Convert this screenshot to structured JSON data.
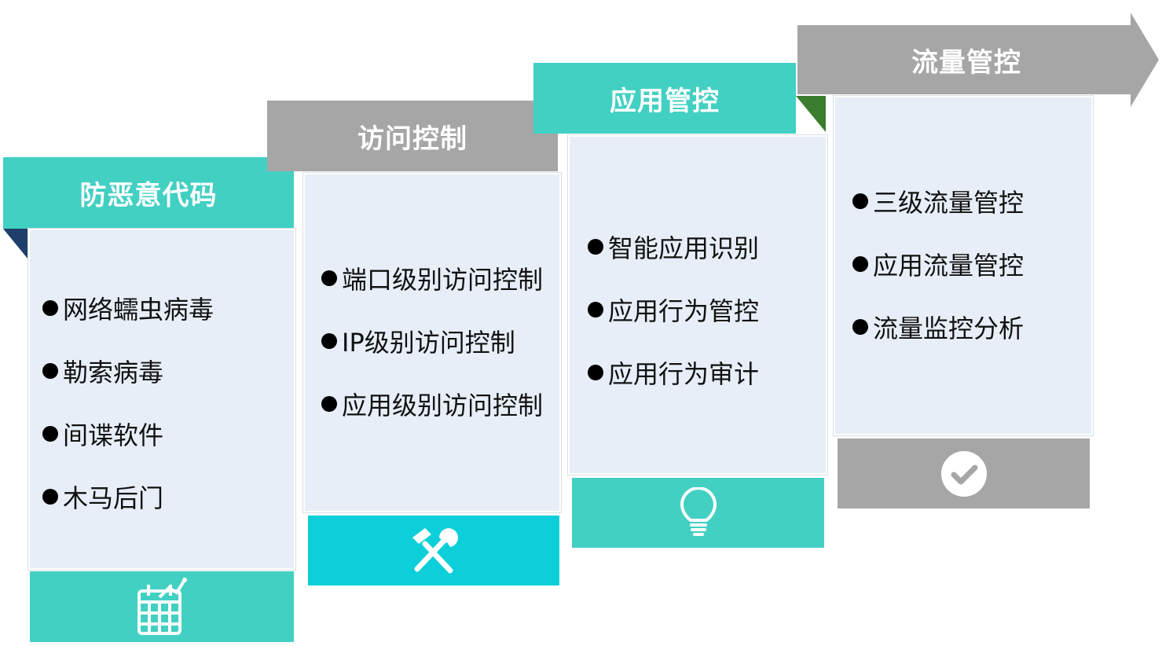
{
  "colors": {
    "teal": "#42d0c3",
    "gray": "#a6a6a6",
    "cyan": "#0ccfd9",
    "panel": "#e7eef8",
    "fold_dark_blue": "#1f3f6b",
    "fold_green": "#3a7d2c"
  },
  "steps": [
    {
      "title": "防恶意代码",
      "items": [
        "网络蠕虫病毒",
        "勒索病毒",
        "间谍软件",
        "木马后门"
      ],
      "icon": "calendar-chart-icon"
    },
    {
      "title": "访问控制",
      "items": [
        "端口级别访问控制",
        "IP级别访问控制",
        "应用级别访问控制"
      ],
      "icon": "tools-icon"
    },
    {
      "title": "应用管控",
      "items": [
        "智能应用识别",
        "应用行为管控",
        "应用行为审计"
      ],
      "icon": "lightbulb-icon"
    },
    {
      "title": "流量管控",
      "items": [
        "三级流量管控",
        "应用流量管控",
        "流量监控分析"
      ],
      "icon": "checkmark-circle-icon"
    }
  ]
}
